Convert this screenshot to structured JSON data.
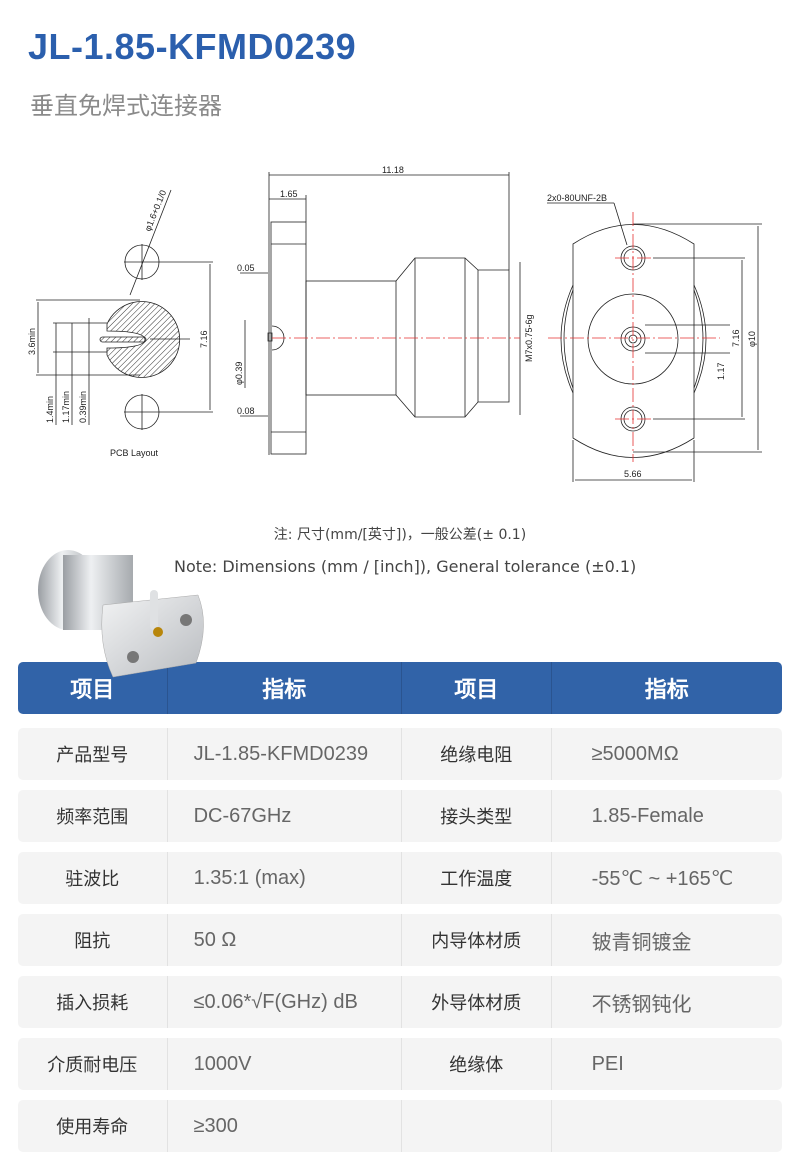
{
  "header": {
    "title": "JL-1.85-KFMD0239",
    "subtitle": "垂直免焊式连接器"
  },
  "drawing": {
    "pcb_label": "PCB Layout",
    "dims": {
      "d_hole": "φ1.6+0.1/0",
      "d_716_left": "7.16",
      "d_36min": "3.6min",
      "d_14min": "1.4min",
      "d_117min": "1.17min",
      "d_039min": "0.39min",
      "d_1118": "11.18",
      "d_165": "1.65",
      "d_005": "0.05",
      "d_phi039": "φ0.39",
      "d_008": "0.08",
      "d_thread": "M7x0.75-6g",
      "d_unf": "2x0-80UNF-2B",
      "d_716_right": "7.16",
      "d_117": "1.17",
      "d_phi10": "φ10",
      "d_566": "5.66"
    }
  },
  "notes": {
    "cn": "注: 尺寸(mm/[英寸])，一般公差(± 0.1)",
    "en": "Note: Dimensions (mm / [inch]), General tolerance (±0.1)"
  },
  "table": {
    "headers": [
      "项目",
      "指标",
      "项目",
      "指标"
    ],
    "rows": [
      [
        "产品型号",
        "JL-1.85-KFMD0239",
        "绝缘电阻",
        "≥5000MΩ"
      ],
      [
        "频率范围",
        "DC-67GHz",
        "接头类型",
        "1.85-Female"
      ],
      [
        "驻波比",
        "1.35:1 (max)",
        "工作温度",
        "-55℃ ~ +165℃"
      ],
      [
        "阻抗",
        "50 Ω",
        "内导体材质",
        "铍青铜镀金"
      ],
      [
        "插入损耗",
        "≤0.06*√F(GHz) dB",
        "外导体材质",
        "不锈钢钝化"
      ],
      [
        "介质耐电压",
        "1000V",
        "绝缘体",
        "PEI"
      ],
      [
        "使用寿命",
        "≥300",
        "",
        ""
      ]
    ]
  },
  "colors": {
    "title": "#2b5fad",
    "header_bg": "#3163a8",
    "row_bg": "#f4f4f4",
    "centerline": "#e53030"
  }
}
